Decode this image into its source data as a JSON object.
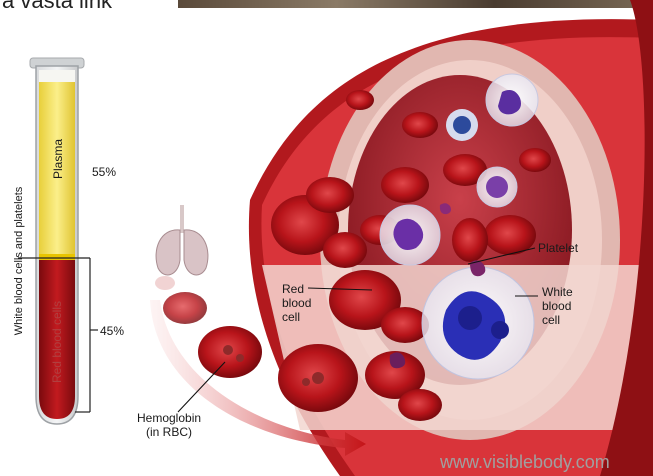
{
  "header_fragment": "a vasta link",
  "tube": {
    "plasma_label": "Plasma",
    "plasma_percent": "55%",
    "rbc_label": "Red blood cells",
    "rbc_percent": "45%",
    "wbc_platelets_label": "White blood cells and platelets"
  },
  "vessel_labels": {
    "platelet": "Platelet",
    "rbc_line1": "Red",
    "rbc_line2": "blood",
    "rbc_line3": "cell",
    "wbc_line1": "White",
    "wbc_line2": "blood",
    "wbc_line3": "cell"
  },
  "hemoglobin": {
    "line1": "Hemoglobin",
    "line2": "(in RBC)"
  },
  "watermark": "www.visiblebody.com",
  "colors": {
    "plasma": "#f2e04a",
    "rbc": "#a80f14",
    "vessel": "#c0262a",
    "wbc_nucleus": "#3a3ab8"
  }
}
